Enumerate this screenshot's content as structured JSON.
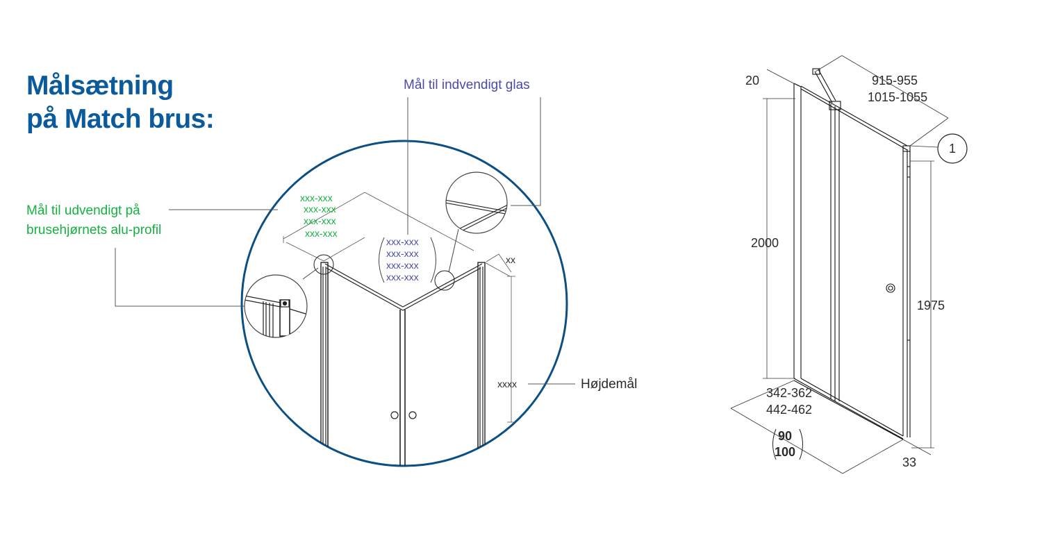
{
  "title": {
    "line1": "Målsætning",
    "line2": "på Match brus:"
  },
  "labels": {
    "inside_glass": "Mål til indvendigt glas",
    "outside_profile_line1": "Mål til udvendigt på",
    "outside_profile_line2": "brusehjørnets alu-profil",
    "height_measure": "Højdemål",
    "height_value": "xxxx",
    "depth_value": "xx"
  },
  "placeholders": {
    "green": [
      "xxx-xxx",
      "xxx-xxx",
      "xxx-xxx",
      "xxx-xxx"
    ],
    "purple": [
      "xxx-xxx",
      "xxx-xxx",
      "xxx-xxx",
      "xxx-xxx"
    ]
  },
  "right_drawing": {
    "top_offset": "20",
    "width_1": "915-955",
    "width_2": "1015-1055",
    "callout": "1",
    "height_total": "2000",
    "height_door": "1975",
    "fixed_1": "342-362",
    "fixed_2": "442-462",
    "size_1": "90",
    "size_2": "100",
    "depth": "33"
  },
  "colors": {
    "title_blue": "#0a5a9c",
    "green": "#13b13f",
    "purple": "#4a4aa8",
    "circle_blue": "#0b4f85"
  }
}
